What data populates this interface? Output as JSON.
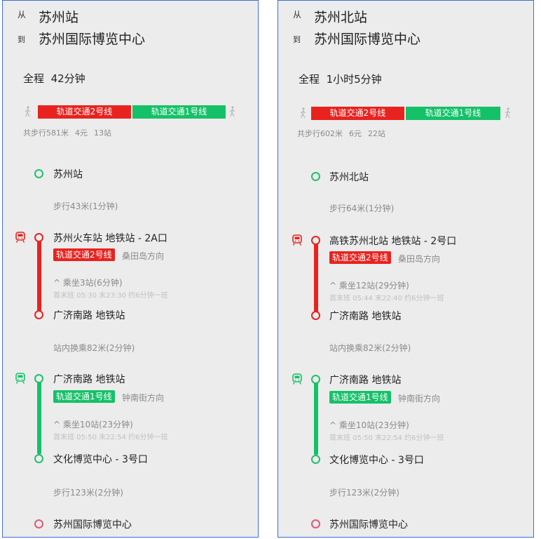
{
  "routes": [
    {
      "from_label": "从",
      "from": "苏州站",
      "to_label": "到",
      "to": "苏州国际博览中心",
      "total_label": "全程",
      "total_time": "42分钟",
      "segments": [
        "轨道交通2号线",
        "轨道交通1号线"
      ],
      "summary": {
        "walk": "共步行581米",
        "price": "4元",
        "stops": "13站"
      },
      "start": "苏州站",
      "walk1": "步行43米(1分钟)",
      "leg1": {
        "board": "苏州火车站 地铁站 - 2A口",
        "line": "轨道交通2号线",
        "direction": "桑田岛方向",
        "ride": "^ 乘坐3站(6分钟)",
        "faint": "首末班 05:30  末23:30  约6分钟一班",
        "alight": "广济南路 地铁站"
      },
      "transfer": "站内换乘82米(2分钟)",
      "leg2": {
        "board": "广济南路 地铁站",
        "line": "轨道交通1号线",
        "direction": "钟南街方向",
        "ride": "^ 乘坐10站(23分钟)",
        "faint": "首末班 05:50  末22:54  约6分钟一班",
        "alight": "文化博览中心 - 3号口"
      },
      "walk2": "步行123米(2分钟)",
      "end": "苏州国际博览中心"
    },
    {
      "from_label": "从",
      "from": "苏州北站",
      "to_label": "到",
      "to": "苏州国际博览中心",
      "total_label": "全程",
      "total_time": "1小时5分钟",
      "segments": [
        "轨道交通2号线",
        "轨道交通1号线"
      ],
      "summary": {
        "walk": "共步行602米",
        "price": "6元",
        "stops": "22站"
      },
      "start": "苏州北站",
      "walk1": "步行64米(1分钟)",
      "leg1": {
        "board": "高铁苏州北站 地铁站 - 2号口",
        "line": "轨道交通2号线",
        "direction": "桑田岛方向",
        "ride": "^ 乘坐12站(29分钟)",
        "faint": "首末班 05:44  末22:40  约6分钟一班",
        "alight": "广济南路 地铁站"
      },
      "transfer": "站内换乘82米(2分钟)",
      "leg2": {
        "board": "广济南路 地铁站",
        "line": "轨道交通1号线",
        "direction": "钟南街方向",
        "ride": "^ 乘坐10站(23分钟)",
        "faint": "首末班 05:50  末22:54  约6分钟一班",
        "alight": "文化博览中心 - 3号口"
      },
      "walk2": "步行123米(2分钟)",
      "end": "苏州国际博览中心"
    }
  ],
  "colors": {
    "line2": "#e8231f",
    "line1": "#15c168",
    "start_circle": "#22bf6d",
    "end_circle": "#e0587a"
  },
  "icons": {
    "walk": "walking-person-icon",
    "metro": "metro-train-icon"
  }
}
